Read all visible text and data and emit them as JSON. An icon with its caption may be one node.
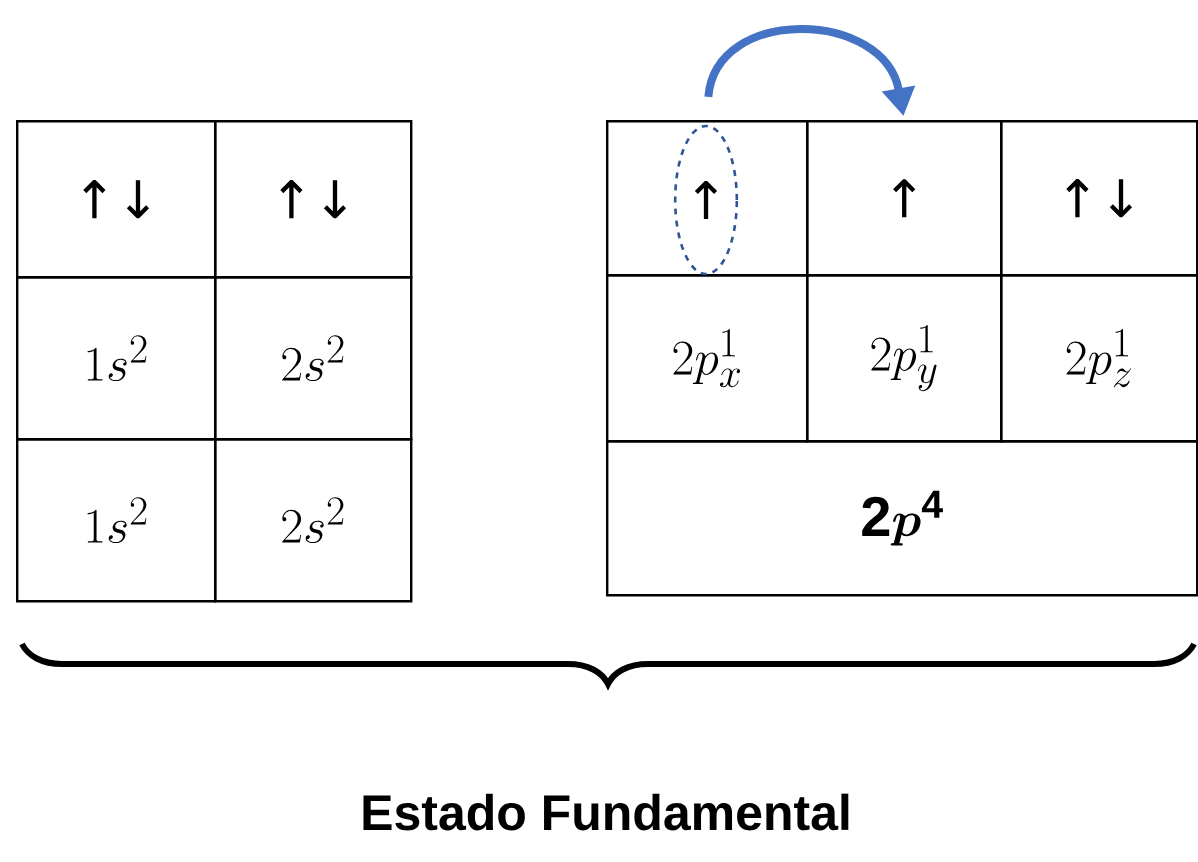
{
  "diagram": {
    "nodes": [
      {
        "text": [
          "↑"
        ]
      },
      {
        "text": [
          "↑"
        ]
      }
    ],
    "edges": [
      {
        "from": 0,
        "to": 1,
        "arrow": "to"
      }
    ],
    "labels": [
      "↑↓",
      "↑↓",
      "1s^2",
      "2s^2",
      "1s^2",
      "2s^2",
      "↑↓",
      "2p_x^1",
      "2p_y^1",
      "2p_z^1",
      "\\mathbf{2}\\boldsymbol{p}^{\\mathbf{4}}",
      "Estado Fundamental"
    ]
  }
}
